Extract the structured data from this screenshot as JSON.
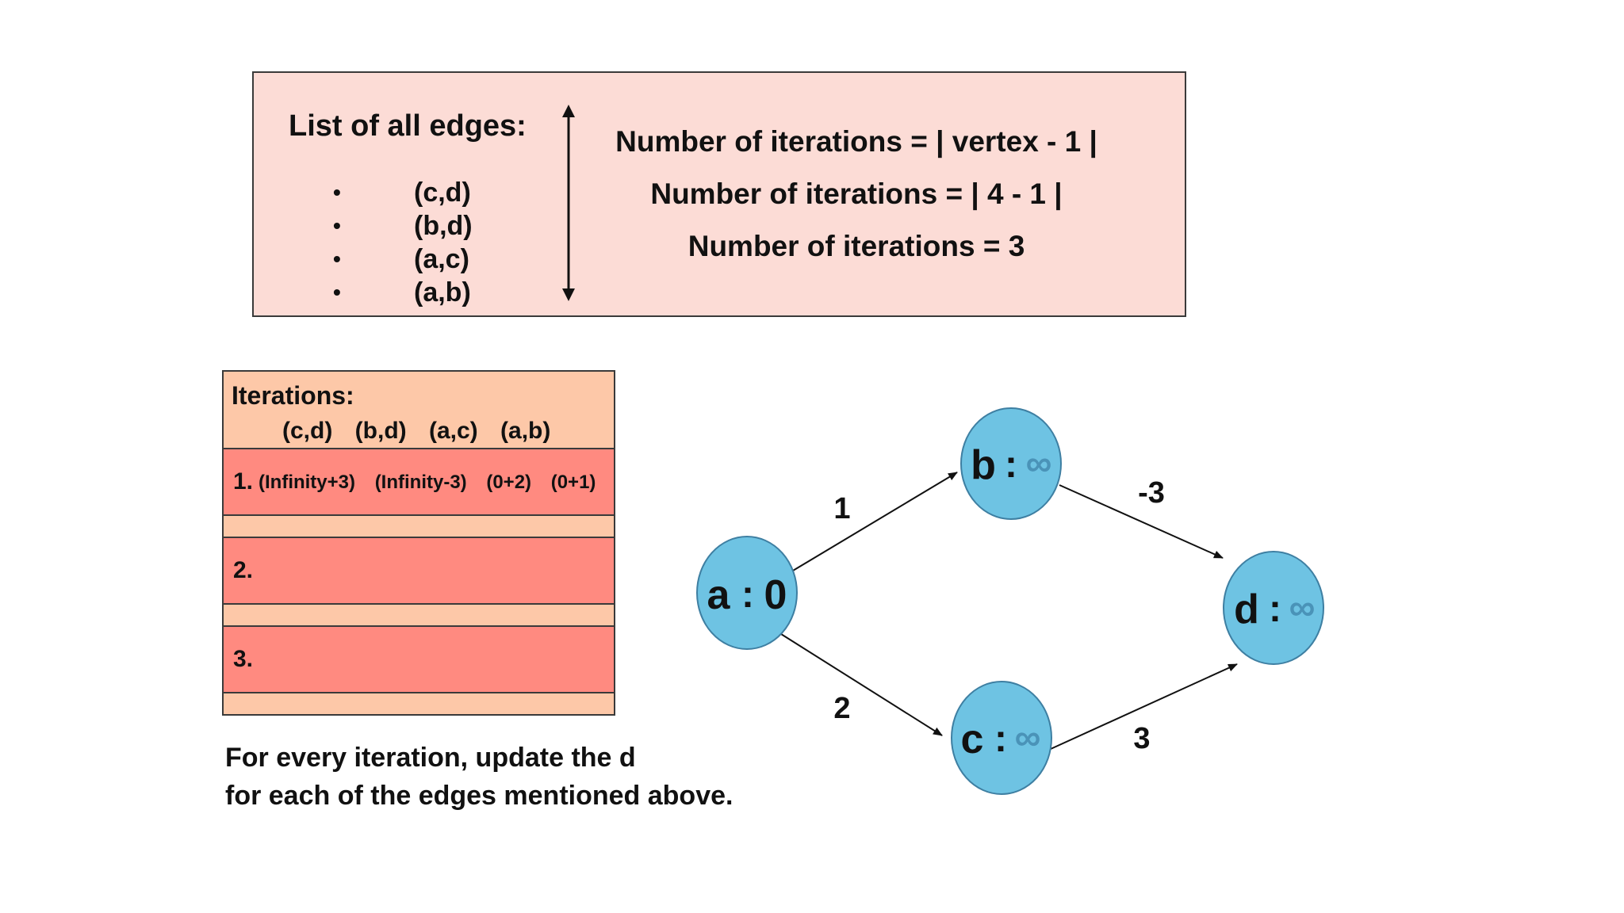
{
  "edges_box": {
    "title": "List of all edges:",
    "bullet": "•",
    "edges": [
      "(c,d)",
      "(b,d)",
      "(a,c)",
      "(a,b)"
    ],
    "formulas": [
      "Number of iterations = | vertex - 1 |",
      "Number of iterations = | 4 - 1 |",
      "Number of iterations = 3"
    ]
  },
  "iterations_table": {
    "title": "Iterations:",
    "columns": [
      "(c,d)",
      "(b,d)",
      "(a,c)",
      "(a,b)"
    ],
    "rows": [
      {
        "num": "1.",
        "values": [
          "(Infinity+3)",
          "(Infinity-3)",
          "(0+2)",
          "(0+1)"
        ]
      },
      {
        "num": "2.",
        "values": []
      },
      {
        "num": "3.",
        "values": []
      }
    ]
  },
  "caption": {
    "line1": "For every iteration, update the d",
    "line2": "for each of the edges mentioned above."
  },
  "graph": {
    "node_color": "#6ec3e3",
    "nodes": {
      "a": {
        "name": "a",
        "distance": "0"
      },
      "b": {
        "name": "b",
        "distance": "∞"
      },
      "c": {
        "name": "c",
        "distance": "∞"
      },
      "d": {
        "name": "d",
        "distance": "∞"
      }
    },
    "edges": [
      {
        "from": "a",
        "to": "b",
        "weight": "1"
      },
      {
        "from": "a",
        "to": "c",
        "weight": "2"
      },
      {
        "from": "b",
        "to": "d",
        "weight": "-3"
      },
      {
        "from": "c",
        "to": "d",
        "weight": "3"
      }
    ]
  }
}
